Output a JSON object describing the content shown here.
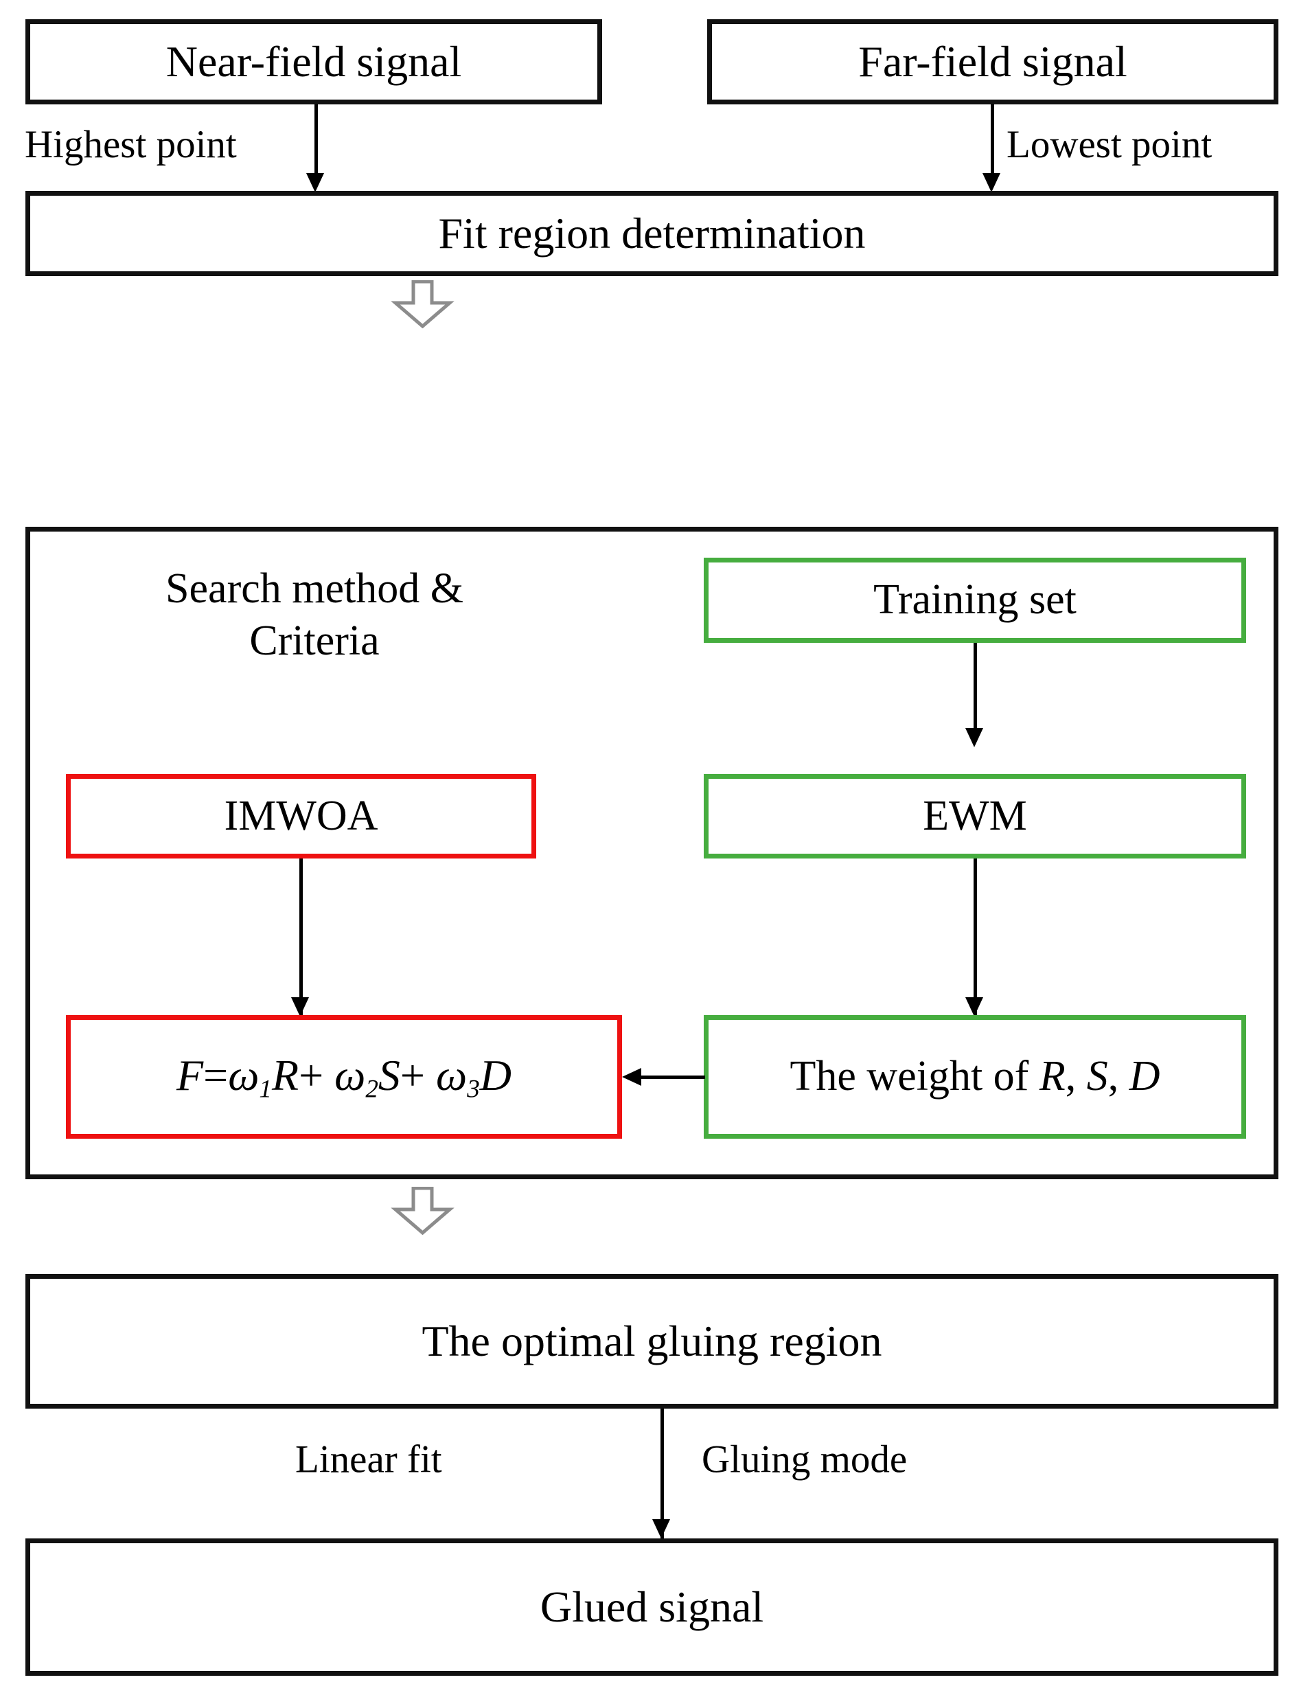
{
  "diagram": {
    "title": "Optimal gluing region determination flowchart",
    "colors": {
      "black": "#111111",
      "red": "#ee1111",
      "green": "#46ad3f",
      "block_arrow_outline": "#8c8c8c",
      "background": "#ffffff"
    },
    "nodes": {
      "near_field": "Near-field signal",
      "far_field": "Far-field signal",
      "fit_region": "Fit region determination",
      "search_method_line1": "Search method &",
      "search_method_line2": "Criteria",
      "training_set": "Training set",
      "imwoa": "IMWOA",
      "ewm": "EWM",
      "formula_F": "F",
      "formula_eq": "=",
      "formula_w1": "ω",
      "formula_w1_sub": "1",
      "formula_R": "R",
      "formula_plus1": "+",
      "formula_w2": "ω",
      "formula_w2_sub": "2",
      "formula_S": "S",
      "formula_plus2": "+",
      "formula_w3": "ω",
      "formula_w3_sub": "3",
      "formula_D": "D",
      "formula_plain": "F=ω1R+ ω2S+ ω3D",
      "weight_prefix": "The weight of ",
      "weight_R": "R",
      "weight_sep1": ", ",
      "weight_S": "S",
      "weight_sep2": ", ",
      "weight_D": "D",
      "weight_plain": "The weight of R, S, D",
      "optimal_region": "The optimal gluing region",
      "glued_signal": "Glued signal"
    },
    "edge_labels": {
      "highest_point": "Highest point",
      "lowest_point": "Lowest point",
      "linear_fit": "Linear fit",
      "gluing_mode": "Gluing mode"
    }
  }
}
